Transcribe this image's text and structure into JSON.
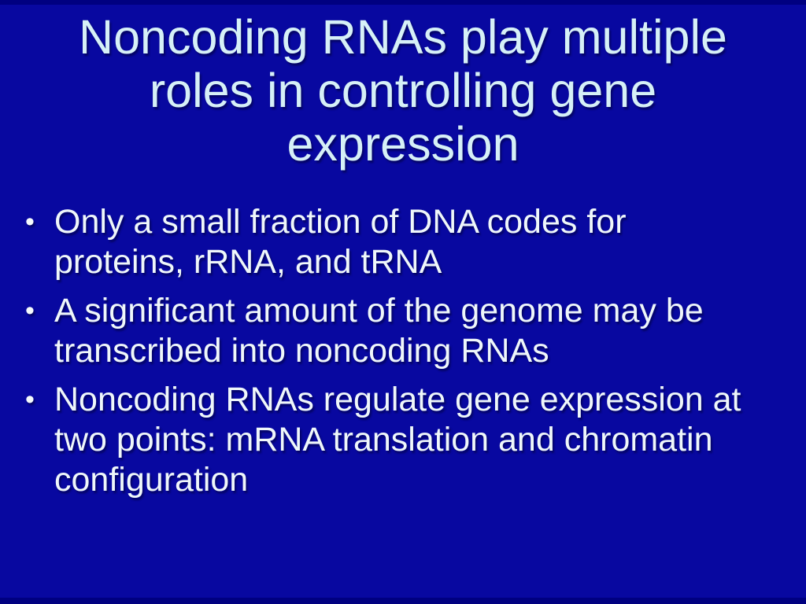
{
  "slide": {
    "title": "Noncoding RNAs play multiple roles in controlling gene expression",
    "bullet_glyph": "•",
    "bullets": [
      {
        "text": "Only a small fraction of DNA codes for proteins, rRNA, and tRNA"
      },
      {
        "text": "A significant amount of the genome may be transcribed into noncoding RNAs"
      },
      {
        "text": "Noncoding RNAs regulate gene expression at two points: mRNA translation and chromatin configuration"
      }
    ],
    "colors": {
      "background": "#0808A0",
      "edge_strip": "#000080",
      "title_text": "#D6F0F7",
      "body_text": "#EFF7FA"
    }
  }
}
